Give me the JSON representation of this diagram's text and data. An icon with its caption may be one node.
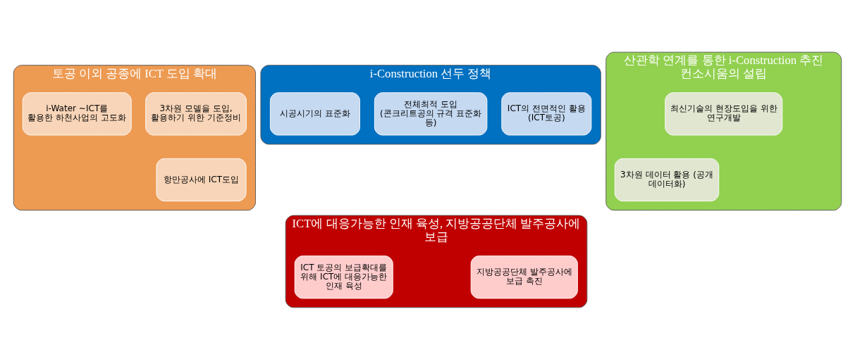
{
  "diagram": {
    "nodes": [
      {
        "text": [
          "i-Construction 선두 정책"
        ]
      },
      {
        "text": [
          "ICT의 전면적인 활용 (ICT토공)"
        ],
        "in": 0
      },
      {
        "text": [
          "전체최적 도입 (콘크리트공의 규격 표준화 등)"
        ],
        "in": 0
      },
      {
        "text": [
          "시공시기의 표준화"
        ],
        "in": 0
      },
      {
        "text": [
          "토공 이외 공종에 ICT 도입 확대"
        ]
      },
      {
        "text": [
          "3차원 모델을 도입, 활용하기 위한 기준정비"
        ],
        "in": 4
      },
      {
        "text": [
          "i-Water ~ICT를 활용한 하천사업의 고도화"
        ],
        "in": 4
      },
      {
        "text": [
          "항만공사에 ICT도입"
        ],
        "in": 4
      },
      {
        "text": [
          "산관학 연계를 통한 i-Construction 추진 컨소시움의 설립"
        ]
      },
      {
        "text": [
          "3차원 데이터 활용 (공개 데이터화)"
        ],
        "in": 8
      },
      {
        "text": [
          "최신기술의 현장도입을 위한 연구개발"
        ],
        "in": 8
      },
      {
        "text": [
          "ICT에 대응가능한 인재 육성, 지방공공단체 발주공사에 보급"
        ]
      },
      {
        "text": [
          "ICT 토공의 보급확대를 위해 ICT에 대응가능한 인재 육성"
        ],
        "in": 11
      },
      {
        "text": [
          "지방공공단체 발주공사에 보급 촉진"
        ],
        "in": 11
      }
    ],
    "edges": []
  }
}
